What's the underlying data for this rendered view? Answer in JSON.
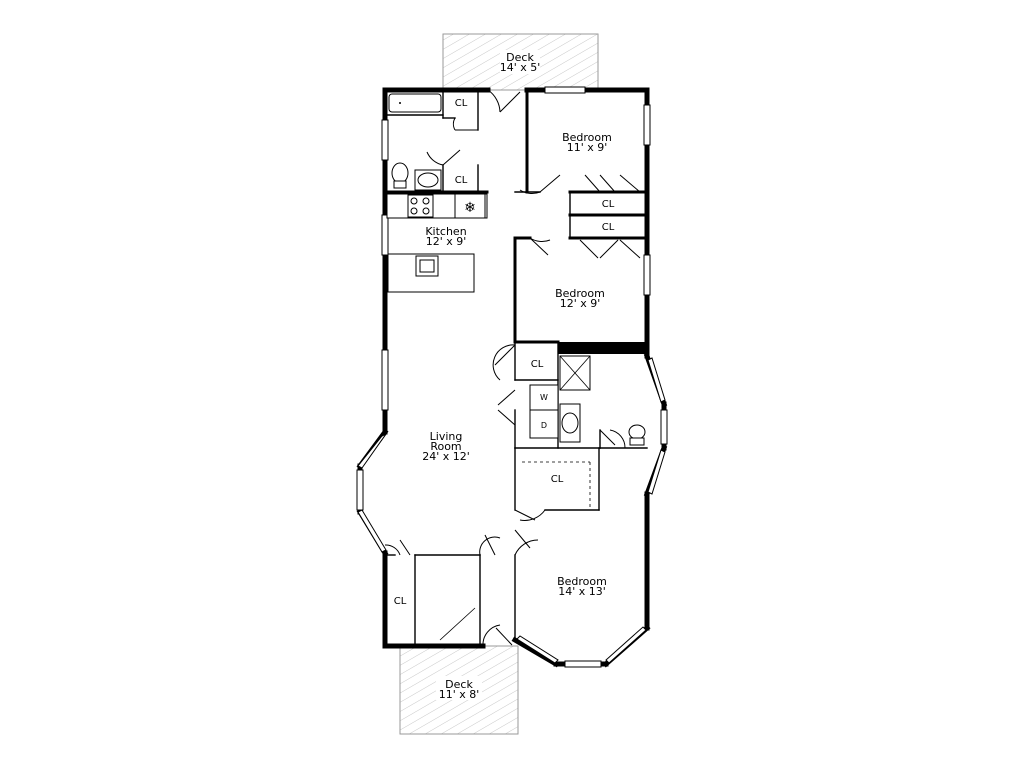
{
  "rooms": {
    "deck_top": {
      "name": "Deck",
      "dims": "14' x 5'"
    },
    "deck_bottom": {
      "name": "Deck",
      "dims": "11' x 8'"
    },
    "kitchen": {
      "name": "Kitchen",
      "dims": "12' x 9'"
    },
    "bedroom_top": {
      "name": "Bedroom",
      "dims": "11' x 9'"
    },
    "bedroom_mid": {
      "name": "Bedroom",
      "dims": "12' x 9'"
    },
    "bedroom_bottom": {
      "name": "Bedroom",
      "dims": "14' x 13'"
    },
    "living": {
      "name_line1": "Living",
      "name_line2": "Room",
      "dims": "24' x 12'"
    }
  },
  "closets": {
    "label": "CL"
  },
  "laundry": {
    "washer": "W",
    "dryer": "D"
  }
}
